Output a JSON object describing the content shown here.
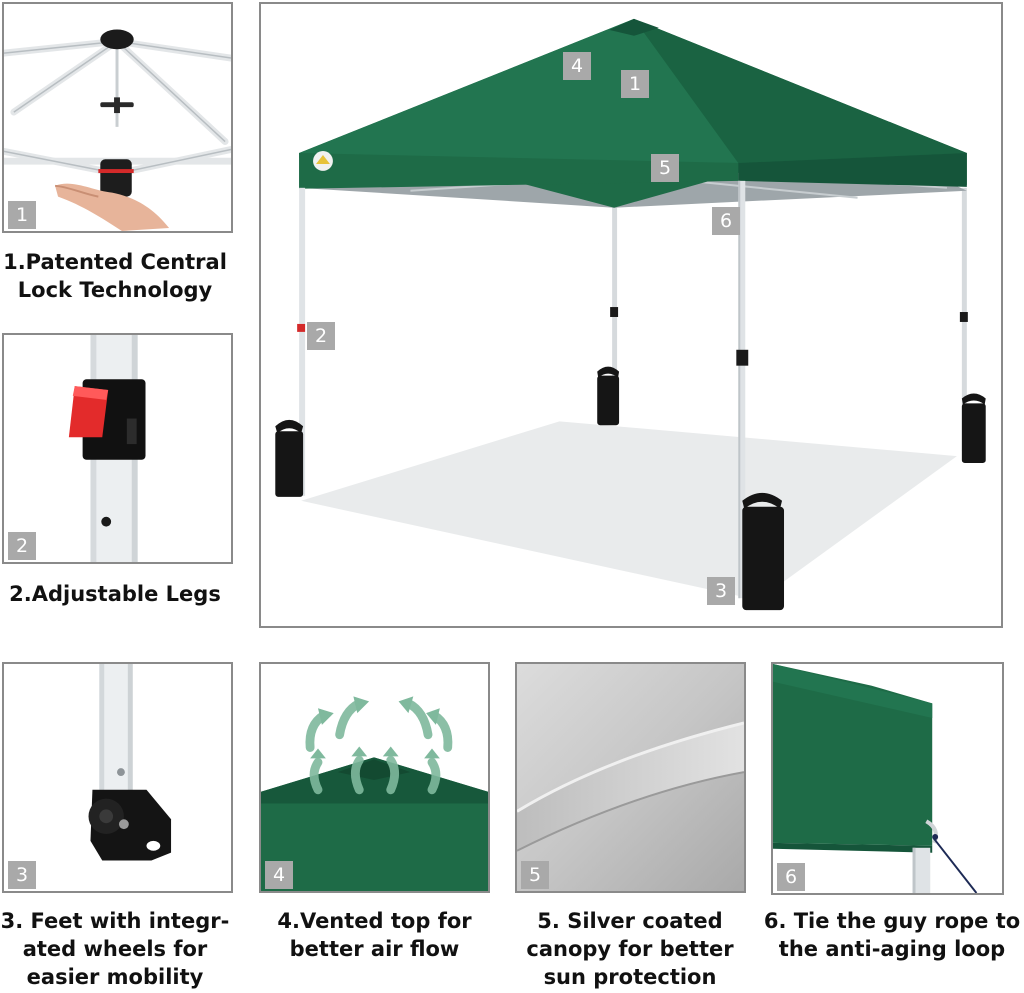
{
  "colors": {
    "canopy_green": "#1e6b47",
    "canopy_dark": "#15553a",
    "underside_silver": "#9ea6aa",
    "frame_metal": "#dfe3e6",
    "badge_gray": "#a9a9a9",
    "lock_red": "#e32b2b",
    "border_gray": "#8a8a8a"
  },
  "main_image": {
    "badges": [
      "4",
      "1",
      "5",
      "6",
      "2",
      "3"
    ]
  },
  "features": [
    {
      "number": "1",
      "caption": "1.Patented Central\nLock Technology",
      "icon": "central-lock-hub-icon"
    },
    {
      "number": "2",
      "caption": "2.Adjustable Legs",
      "icon": "red-leg-lock-button-icon"
    },
    {
      "number": "3",
      "caption": "3. Feet with integr-\nated wheels for\neasier mobility",
      "icon": "wheeled-foot-icon"
    },
    {
      "number": "4",
      "caption": "4.Vented top for\nbetter air flow",
      "icon": "airflow-arrows-icon"
    },
    {
      "number": "5",
      "caption": "5. Silver coated\ncanopy for better\nsun protection",
      "icon": "silver-fabric-icon"
    },
    {
      "number": "6",
      "caption": "6. Tie the guy rope to\nthe anti-aging loop",
      "icon": "guy-rope-loop-icon"
    }
  ]
}
